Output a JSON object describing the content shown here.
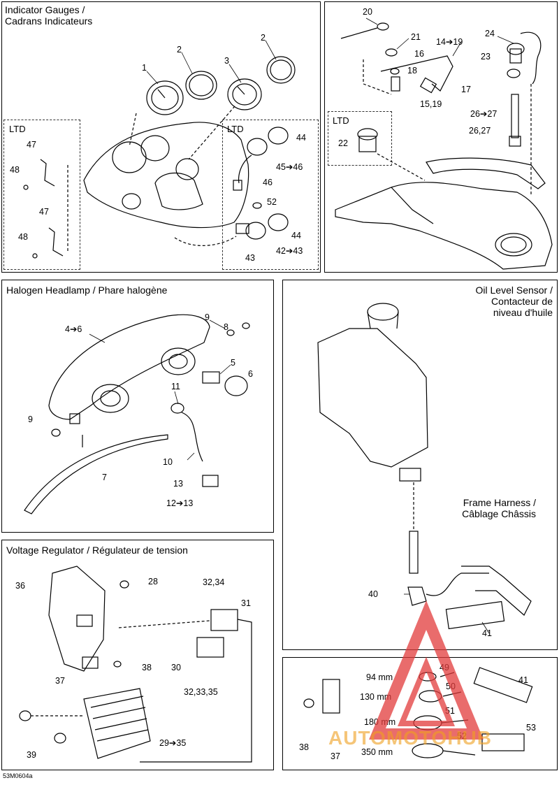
{
  "panels": {
    "gauges": {
      "title_line1": "Indicator Gauges /",
      "title_line2": "Cadrans Indicateurs",
      "ltd_left": "LTD",
      "ltd_right": "LTD"
    },
    "top_right": {
      "ltd": "LTD"
    },
    "headlamp": {
      "title": "Halogen Headlamp / Phare halogène"
    },
    "oil": {
      "title_line1": "Oil Level Sensor /",
      "title_line2": "Contacteur de",
      "title_line3": "niveau d'huile",
      "harness_line1": "Frame Harness /",
      "harness_line2": "Câblage Châssis"
    },
    "voltage": {
      "title": "Voltage Regulator / Régulateur de tension"
    }
  },
  "callouts": {
    "gauges": [
      "1",
      "2",
      "3",
      "2",
      "47",
      "48",
      "47",
      "48",
      "44",
      "45➔46",
      "46",
      "52",
      "44",
      "42➔43",
      "43"
    ],
    "top_right": [
      "20",
      "21",
      "16",
      "18",
      "14➔19",
      "17",
      "15,19",
      "24",
      "23",
      "26➔27",
      "26,27",
      "22"
    ],
    "headlamp": [
      "8",
      "9",
      "4➔6",
      "5",
      "6",
      "11",
      "9",
      "10",
      "7",
      "13",
      "12➔13"
    ],
    "oil": [
      "40",
      "41"
    ],
    "voltage": [
      "36",
      "28",
      "32,34",
      "31",
      "30",
      "32,33,35",
      "38",
      "37",
      "39",
      "29➔35"
    ],
    "ties": [
      "94 mm",
      "49",
      "130 mm",
      "50",
      "180 mm",
      "51",
      "350 mm",
      "52",
      "53",
      "41",
      "38",
      "37"
    ]
  },
  "drawing_code": "53M0604a",
  "watermark": {
    "part1": "AUTO",
    "part2": "MOTO",
    "part3": "HUB",
    "color_red": "#e23b3b",
    "color_orange": "#f0a020"
  }
}
